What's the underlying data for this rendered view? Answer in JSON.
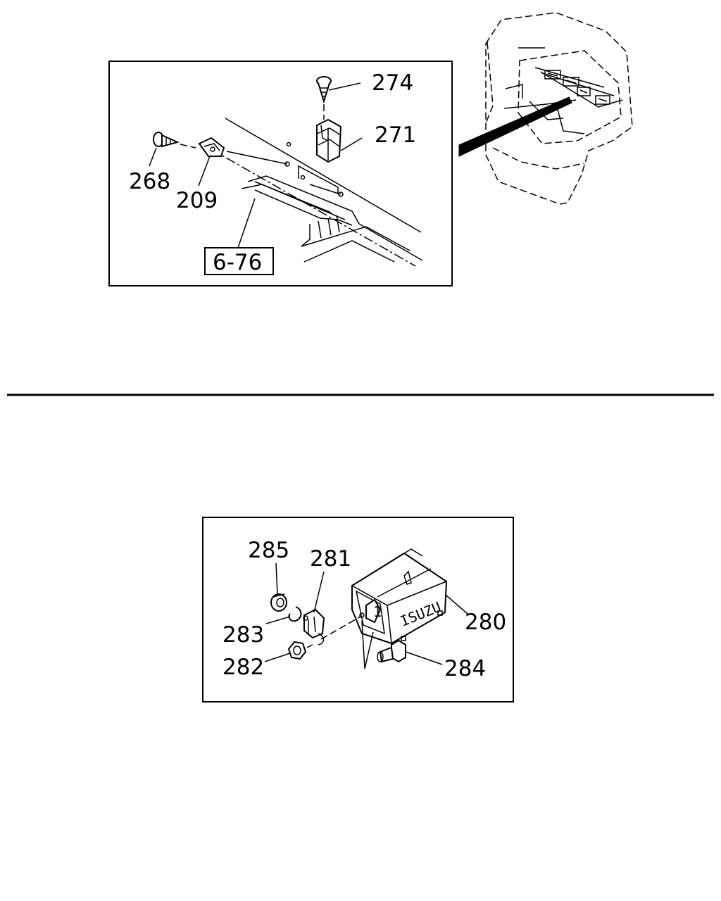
{
  "diagram": {
    "top_panel": {
      "labels": {
        "p274": "274",
        "p271": "271",
        "p268": "268",
        "p209": "209",
        "ref": "6-76"
      }
    },
    "bottom_panel": {
      "labels": {
        "p285": "285",
        "p281": "281",
        "p283": "283",
        "p282": "282",
        "p280": "280",
        "p284": "284"
      },
      "case_text": "ISUZU",
      "case_number": "1"
    }
  }
}
